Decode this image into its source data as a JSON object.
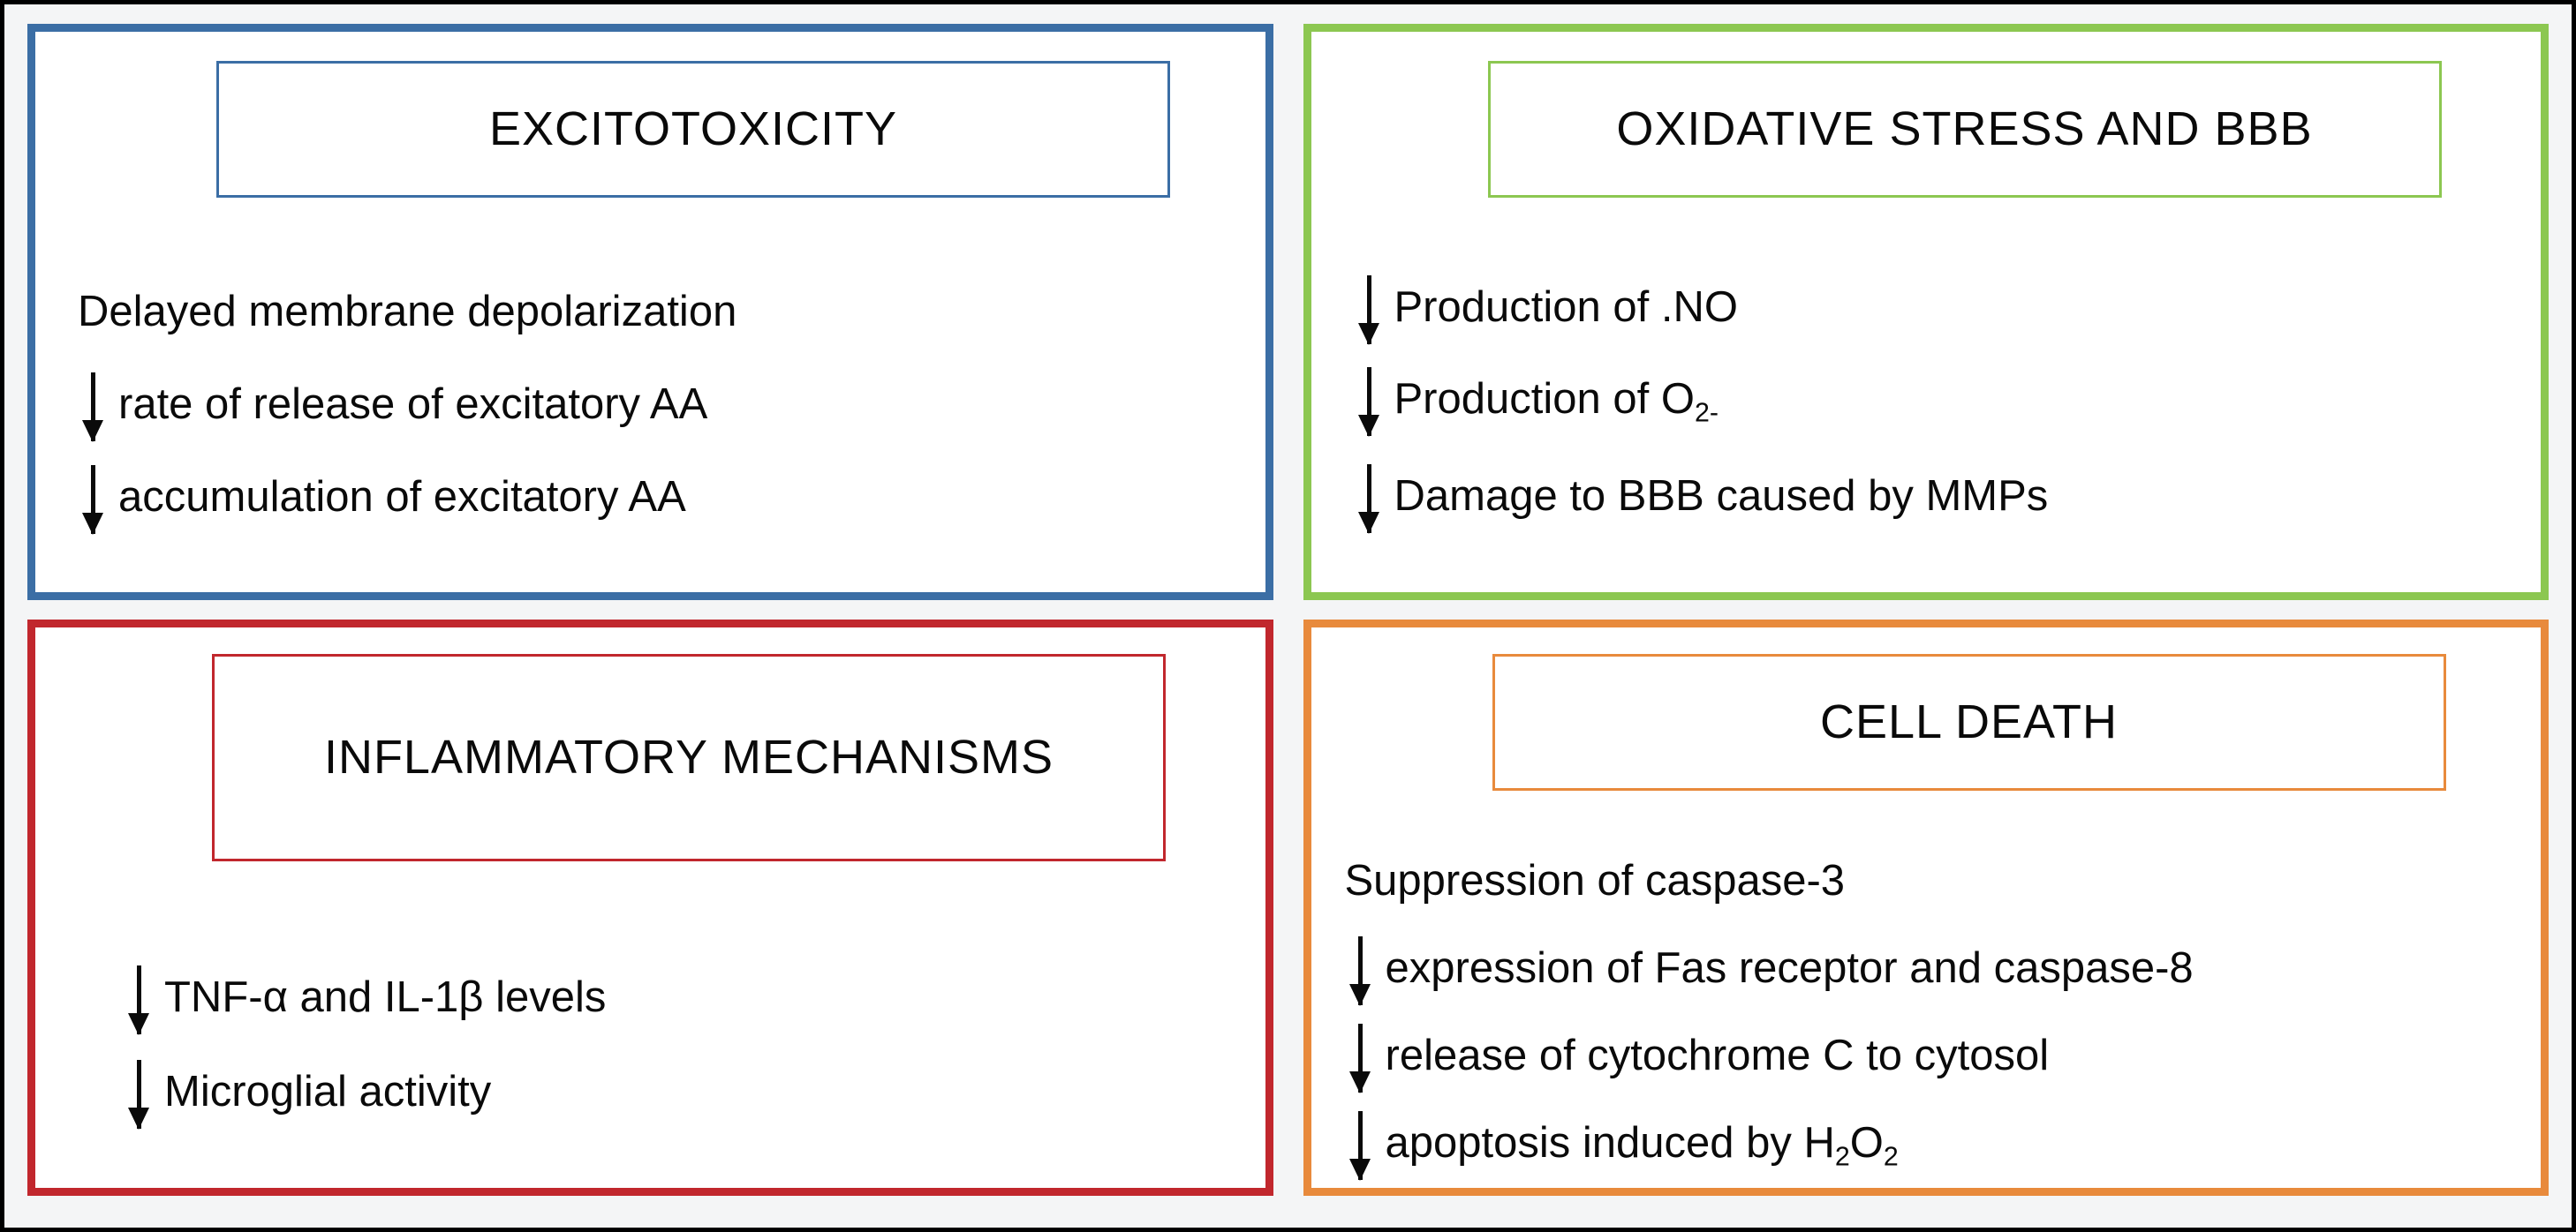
{
  "figure": {
    "background_color": "#f4f5f6",
    "frame_color": "#000000"
  },
  "panels": [
    {
      "id": "excitotoxicity",
      "accent_color": "#3b6ea5",
      "title": "EXCITOTOXICITY",
      "lines": [
        {
          "arrow": false,
          "text": "Delayed membrane depolarization"
        },
        {
          "arrow": true,
          "text": "rate of release of excitatory AA"
        },
        {
          "arrow": true,
          "text": "accumulation of excitatory AA"
        }
      ]
    },
    {
      "id": "oxidative-stress-and-bbb",
      "accent_color": "#8cc751",
      "title": "OXIDATIVE STRESS AND BBB",
      "lines": [
        {
          "arrow": true,
          "text": "Production of .NO"
        },
        {
          "arrow": true,
          "text": "Production of O",
          "subscript": "2-"
        },
        {
          "arrow": true,
          "text": "Damage to BBB caused by MMPs"
        }
      ]
    },
    {
      "id": "inflammatory-mechanisms",
      "accent_color": "#c1272d",
      "title": "INFLAMMATORY MECHANISMS",
      "lines": [
        {
          "arrow": true,
          "text": "TNF-α and IL-1β levels"
        },
        {
          "arrow": true,
          "text": "Microglial activity"
        }
      ]
    },
    {
      "id": "cell-death",
      "accent_color": "#e88a3c",
      "title": "CELL DEATH",
      "lines": [
        {
          "arrow": false,
          "text": "Suppression of caspase-3"
        },
        {
          "arrow": true,
          "text": "expression of Fas receptor and caspase-8"
        },
        {
          "arrow": true,
          "text": "release of cytochrome C to cytosol"
        },
        {
          "arrow": true,
          "text": "apoptosis induced by H",
          "inline_formula": "H2O2"
        }
      ]
    }
  ]
}
